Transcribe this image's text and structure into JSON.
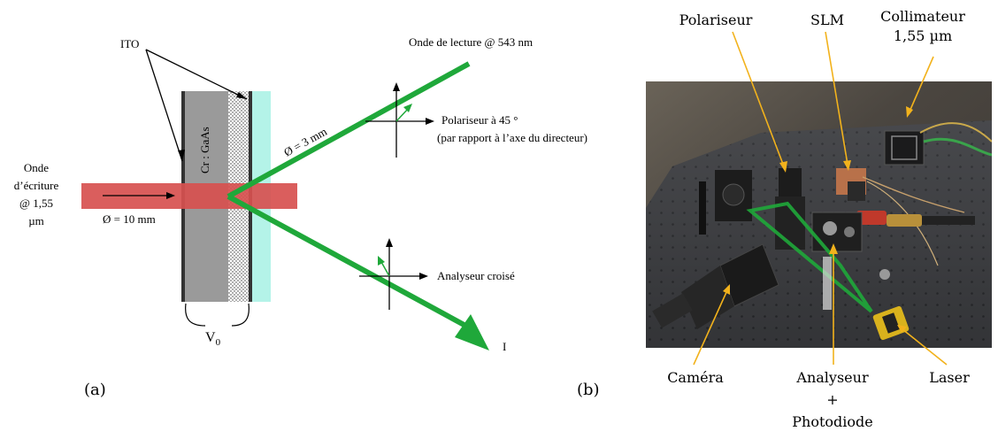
{
  "panel_a": {
    "ito_label": "ITO",
    "read_wave_label": "Onde de lecture @ 543 nm",
    "crystal_label": "Cr : GaAs",
    "diameter_small": "Ø = 3 mm",
    "polarizer_label": "Polariseur à 45 °",
    "polarizer_note": "(par rapport à l’axe du directeur)",
    "write_wave_lines": [
      "Onde",
      "d’écriture",
      "@ 1,55",
      "µm"
    ],
    "diameter_large": "Ø = 10 mm",
    "analyzer_label": "Analyseur croisé",
    "voltage_label": "V",
    "voltage_sub": "0",
    "intensity_label": "I",
    "caption": "(a)"
  },
  "panel_b": {
    "caption": "(b)",
    "labels": {
      "polariseur": "Polariseur",
      "slm": "SLM",
      "collimateur_1": "Collimateur",
      "collimateur_2": "1,55 µm",
      "camera": "Caméra",
      "analyseur_1": "Analyseur",
      "analyseur_2": "+",
      "analyseur_3": "Photodiode",
      "laser": "Laser"
    }
  },
  "colors": {
    "laser_red": "#d7504f",
    "beam_green": "#1fa83a",
    "crystal_gray": "#9a9a9a",
    "glass_cyan": "#b4f3e8",
    "callout_orange": "#f2b21c",
    "table_dark": "#2f3033"
  }
}
